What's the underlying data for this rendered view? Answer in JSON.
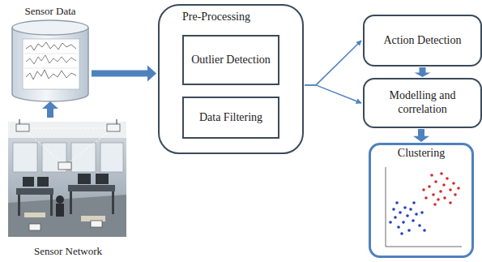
{
  "diagram": {
    "nodes": [
      {
        "text": [
          "Sensor Data"
        ]
      },
      {
        "text": [
          "Sensor Network"
        ]
      },
      {
        "text": [
          "Pre-Processing"
        ]
      },
      {
        "text": [
          "Outlier Detection"
        ],
        "in": 2
      },
      {
        "text": [
          "Data Filtering"
        ],
        "in": 2
      },
      {
        "text": [
          "Action Detection"
        ]
      },
      {
        "text": [
          "Modelling and correlation"
        ]
      },
      {
        "text": [
          "Clustering"
        ]
      }
    ],
    "edges": [
      {
        "from": 1,
        "to": 0,
        "arrow": "to"
      },
      {
        "from": 0,
        "to": 2,
        "arrow": "to"
      },
      {
        "from": 2,
        "to": 5,
        "arrow": "to"
      },
      {
        "from": 2,
        "to": 6,
        "arrow": "to"
      },
      {
        "from": 5,
        "to": 6,
        "arrow": "to"
      },
      {
        "from": 6,
        "to": 7,
        "arrow": "to"
      }
    ]
  }
}
